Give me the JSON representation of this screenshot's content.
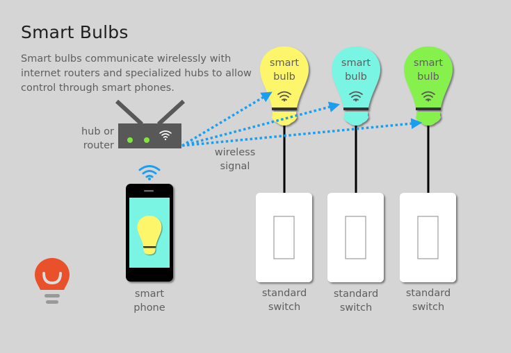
{
  "title": "Smart Bulbs",
  "description": "Smart bulbs communicate wirelessly with internet routers and specialized hubs to allow control through smart phones.",
  "colors": {
    "background": "#d5d5d5",
    "signal": "#1a9ff0",
    "router": "#585858",
    "led": "#7ee83a",
    "logo": "#e8512a"
  },
  "router": {
    "label_line1": "hub or",
    "label_line2": "router",
    "icon": "wifi-icon"
  },
  "signal_label": {
    "line1": "wireless",
    "line2": "signal"
  },
  "phone": {
    "label_line1": "smart",
    "label_line2": "phone",
    "screen_color": "#7af5e3",
    "bulb_color": "#fdf56a"
  },
  "bulbs": [
    {
      "line1": "smart",
      "line2": "bulb",
      "color": "#fdf56a"
    },
    {
      "line1": "smart",
      "line2": "bulb",
      "color": "#7af5e3"
    },
    {
      "line1": "smart",
      "line2": "bulb",
      "color": "#86f04e"
    }
  ],
  "switches": [
    {
      "line1": "standard",
      "line2": "switch"
    },
    {
      "line1": "standard",
      "line2": "switch"
    },
    {
      "line1": "standard",
      "line2": "switch"
    }
  ]
}
